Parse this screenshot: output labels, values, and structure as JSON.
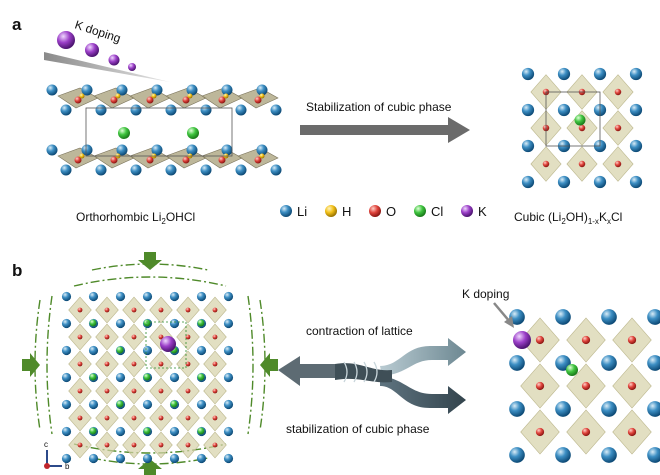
{
  "panel_a": {
    "letter": "a",
    "k_doping": "K doping",
    "arrow_label": "Stabilization of cubic phase",
    "left_caption": {
      "pre": "Orthorhombic Li",
      "sub": "2",
      "post": "OHCl"
    },
    "right_caption": {
      "pre": "Cubic (Li",
      "sub1": "2",
      "mid": "OH)",
      "sub2": "1-x",
      "k": "K",
      "sub3": "x",
      "post": "Cl"
    }
  },
  "legend": [
    {
      "label": "Li",
      "color": "#1f78b4"
    },
    {
      "label": "H",
      "color": "#f2c018"
    },
    {
      "label": "O",
      "color": "#e0443c"
    },
    {
      "label": "Cl",
      "color": "#3fc43f"
    },
    {
      "label": "K",
      "color": "#9b3fc8"
    }
  ],
  "panel_b": {
    "letter": "b",
    "contraction": "contraction of lattice",
    "stabilization": "stabilization of cubic phase",
    "k_doping": "K doping",
    "axes": {
      "c": "c",
      "b": "b"
    }
  },
  "colors": {
    "li": "#1f78b4",
    "h": "#f2c018",
    "o": "#e0443c",
    "cl": "#3fc43f",
    "k": "#9b3fc8",
    "octahedron": "#d5d1a8",
    "arrow_gray": "#6b6b6b",
    "lattice_green": "#4f8a2a",
    "rope_dark": "#4a5a62",
    "rope_light": "#8aa3ad"
  }
}
